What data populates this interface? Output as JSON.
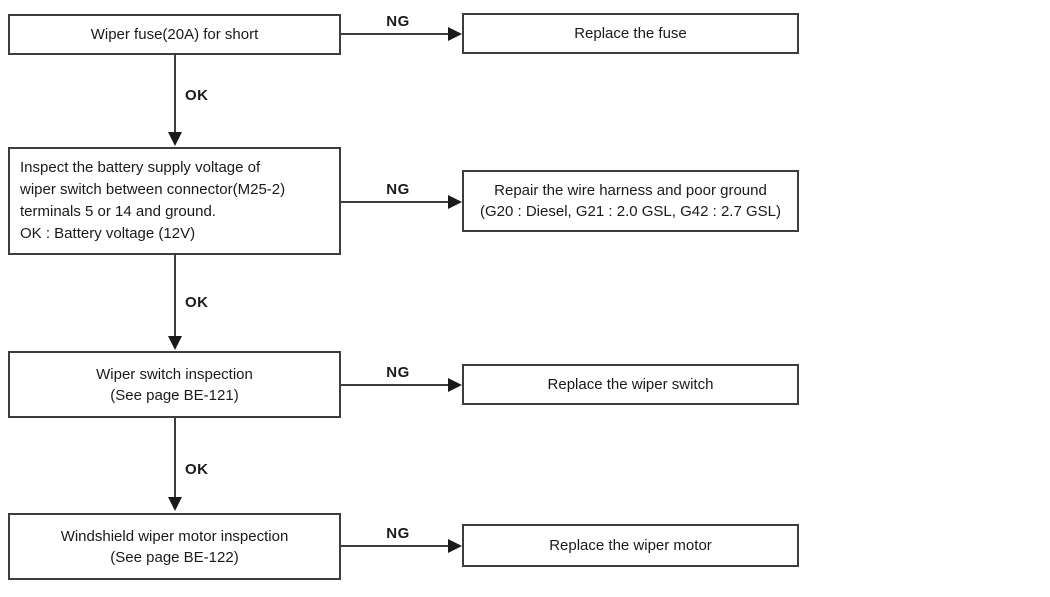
{
  "diagram": {
    "title": "Windshield wiper troubleshooting flowchart",
    "colors": {
      "background": "#ffffff",
      "box_border": "#3d3d3d",
      "text": "#1a1a1a",
      "arrow": "#3d3d3d"
    },
    "rows": [
      {
        "step": {
          "lines": [
            "Wiper fuse(20A) for short"
          ]
        },
        "ng_label": "NG",
        "action": {
          "lines": [
            "Replace the fuse"
          ]
        },
        "ok_label": "OK"
      },
      {
        "step": {
          "lines": [
            "Inspect the battery supply voltage of",
            "wiper switch between connector(M25-2)",
            "terminals 5 or 14 and ground.",
            "OK : Battery voltage (12V)"
          ]
        },
        "ng_label": "NG",
        "action": {
          "lines": [
            "Repair the wire harness and poor ground",
            "(G20 : Diesel, G21 : 2.0 GSL, G42 : 2.7 GSL)"
          ]
        },
        "ok_label": "OK"
      },
      {
        "step": {
          "lines": [
            "Wiper switch inspection",
            "(See page BE-121)"
          ]
        },
        "ng_label": "NG",
        "action": {
          "lines": [
            "Replace the wiper switch"
          ]
        },
        "ok_label": "OK"
      },
      {
        "step": {
          "lines": [
            "Windshield wiper motor inspection",
            "(See page BE-122)"
          ]
        },
        "ng_label": "NG",
        "action": {
          "lines": [
            "Replace the wiper motor"
          ]
        }
      }
    ]
  }
}
